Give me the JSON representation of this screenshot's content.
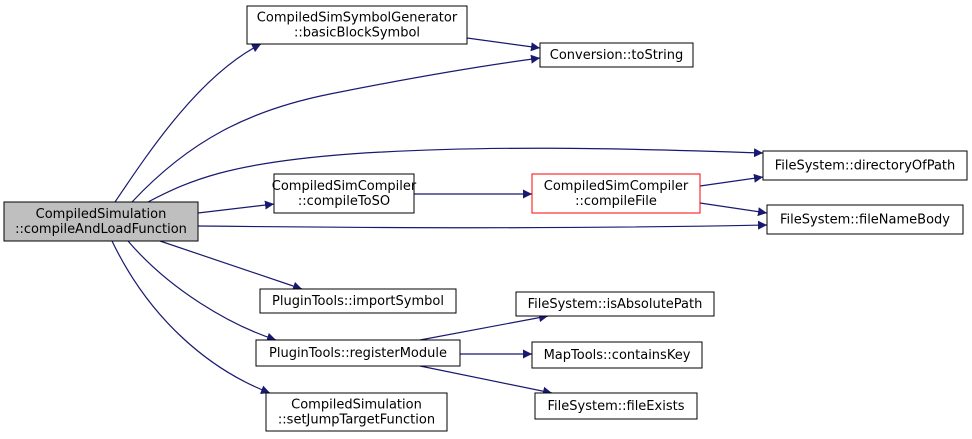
{
  "colors": {
    "edge": "#191970",
    "node_border": "#000000",
    "node_fill": "#ffffff",
    "root_fill": "#bfbfbf",
    "highlight_border": "#ff0000",
    "text": "#000000"
  },
  "nodes": [
    {
      "id": "root",
      "lines": [
        "CompiledSimulation",
        "::compileAndLoadFunction"
      ],
      "style": "root"
    },
    {
      "id": "gen",
      "lines": [
        "CompiledSimSymbolGenerator",
        "::basicBlockSymbol"
      ],
      "style": "normal"
    },
    {
      "id": "tostring",
      "lines": [
        "Conversion::toString"
      ],
      "style": "normal"
    },
    {
      "id": "dirpath",
      "lines": [
        "FileSystem::directoryOfPath"
      ],
      "style": "normal"
    },
    {
      "id": "toso",
      "lines": [
        "CompiledSimCompiler",
        "::compileToSO"
      ],
      "style": "normal"
    },
    {
      "id": "compilefile",
      "lines": [
        "CompiledSimCompiler",
        "::compileFile"
      ],
      "style": "highlight"
    },
    {
      "id": "namebody",
      "lines": [
        "FileSystem::fileNameBody"
      ],
      "style": "normal"
    },
    {
      "id": "import",
      "lines": [
        "PluginTools::importSymbol"
      ],
      "style": "normal"
    },
    {
      "id": "register",
      "lines": [
        "PluginTools::registerModule"
      ],
      "style": "normal"
    },
    {
      "id": "abspath",
      "lines": [
        "FileSystem::isAbsolutePath"
      ],
      "style": "normal"
    },
    {
      "id": "contains",
      "lines": [
        "MapTools::containsKey"
      ],
      "style": "normal"
    },
    {
      "id": "exists",
      "lines": [
        "FileSystem::fileExists"
      ],
      "style": "normal"
    },
    {
      "id": "jump",
      "lines": [
        "CompiledSimulation",
        "::setJumpTargetFunction"
      ],
      "style": "normal"
    }
  ],
  "edges": [
    {
      "from": "root",
      "to": "gen"
    },
    {
      "from": "root",
      "to": "tostring"
    },
    {
      "from": "root",
      "to": "dirpath"
    },
    {
      "from": "root",
      "to": "toso"
    },
    {
      "from": "root",
      "to": "namebody"
    },
    {
      "from": "root",
      "to": "import"
    },
    {
      "from": "root",
      "to": "register"
    },
    {
      "from": "root",
      "to": "jump"
    },
    {
      "from": "gen",
      "to": "tostring"
    },
    {
      "from": "toso",
      "to": "compilefile"
    },
    {
      "from": "compilefile",
      "to": "dirpath"
    },
    {
      "from": "compilefile",
      "to": "namebody"
    },
    {
      "from": "register",
      "to": "abspath"
    },
    {
      "from": "register",
      "to": "contains"
    },
    {
      "from": "register",
      "to": "exists"
    }
  ]
}
